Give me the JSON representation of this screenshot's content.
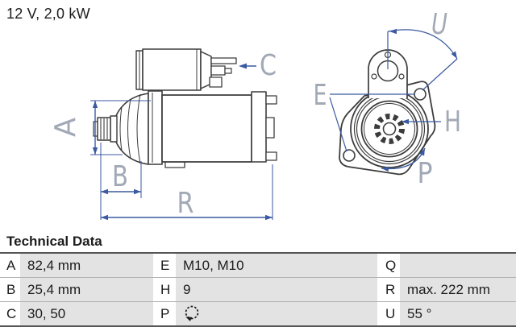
{
  "title": "12 V, 2,0 kW",
  "technical_data": {
    "heading": "Technical Data",
    "rows": [
      {
        "cells": [
          {
            "key": "A",
            "value": "82,4 mm"
          },
          {
            "key": "E",
            "value": "M10, M10"
          },
          {
            "key": "Q",
            "value": ""
          }
        ]
      },
      {
        "cells": [
          {
            "key": "B",
            "value": "25,4 mm"
          },
          {
            "key": "H",
            "value": "9"
          },
          {
            "key": "R",
            "value": "max. 222 mm"
          }
        ]
      },
      {
        "cells": [
          {
            "key": "C",
            "value": "30, 50"
          },
          {
            "key": "P",
            "value": "",
            "icon": "rotation-direction-icon"
          },
          {
            "key": "U",
            "value": "55 °"
          }
        ]
      }
    ]
  },
  "diagram": {
    "side_view_labels": {
      "A": "A",
      "B": "B",
      "C": "C",
      "R": "R"
    },
    "front_view_labels": {
      "E": "E",
      "H": "H",
      "P": "P",
      "U": "U"
    }
  },
  "colors": {
    "dimension_blue": "#3b5aa2",
    "label_gray_blue": "#a2a9b6",
    "drawing_line": "#3c3c3c",
    "table_cell_gray": "#e3e3e3",
    "table_border_dark": "#565656",
    "table_divider": "#b3b3b3"
  }
}
